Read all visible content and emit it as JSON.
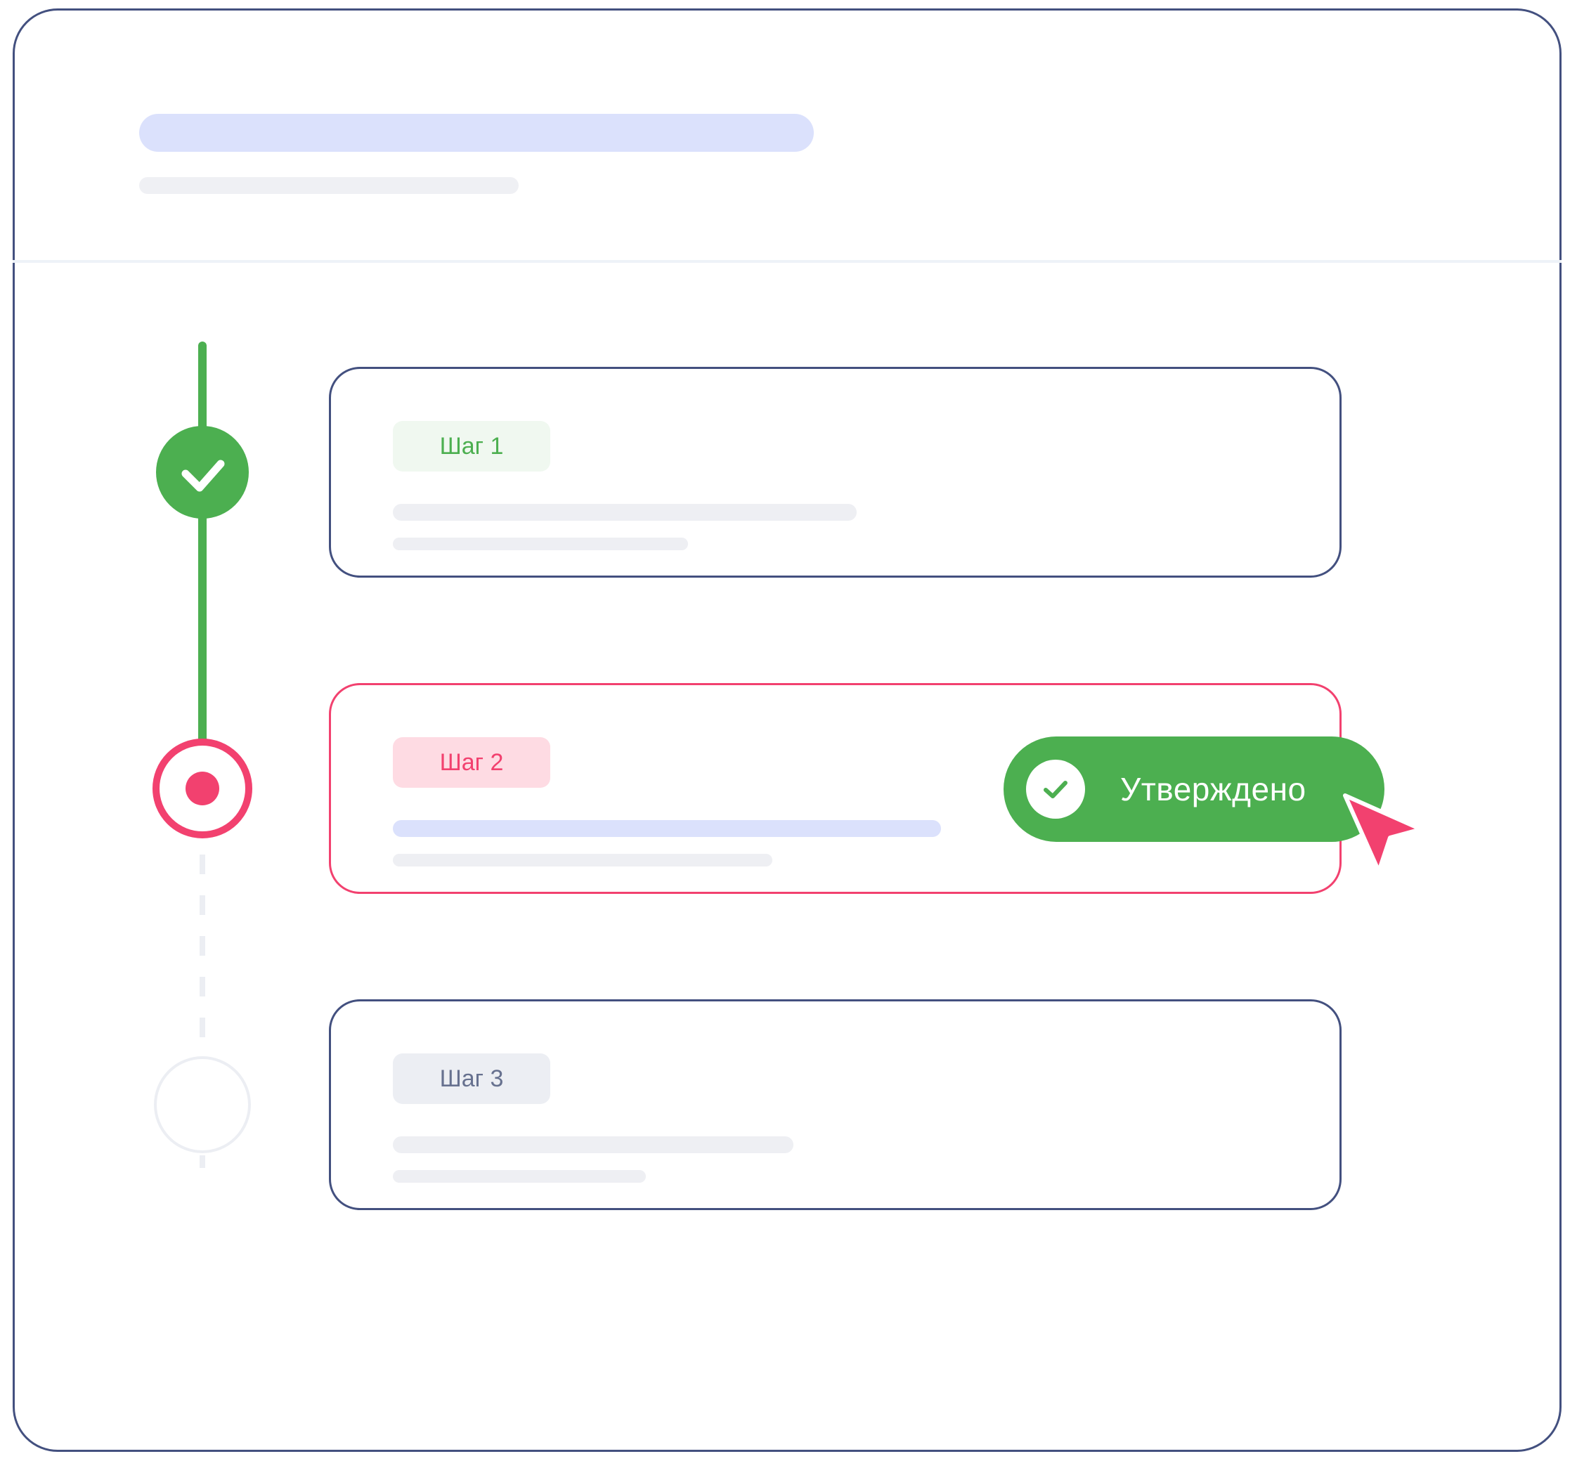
{
  "steps": [
    {
      "label": "Шаг 1",
      "state": "done"
    },
    {
      "label": "Шаг 2",
      "state": "active"
    },
    {
      "label": "Шаг 3",
      "state": "pending"
    }
  ],
  "approval": {
    "label": "Утверждено",
    "icon": "check-icon"
  },
  "colors": {
    "border": "#43507f",
    "done": "#4caf50",
    "active": "#f2416f",
    "pending": "#eceef3",
    "placeholder_blue": "#dbe1fc",
    "placeholder_gray": "#eeeff3"
  }
}
